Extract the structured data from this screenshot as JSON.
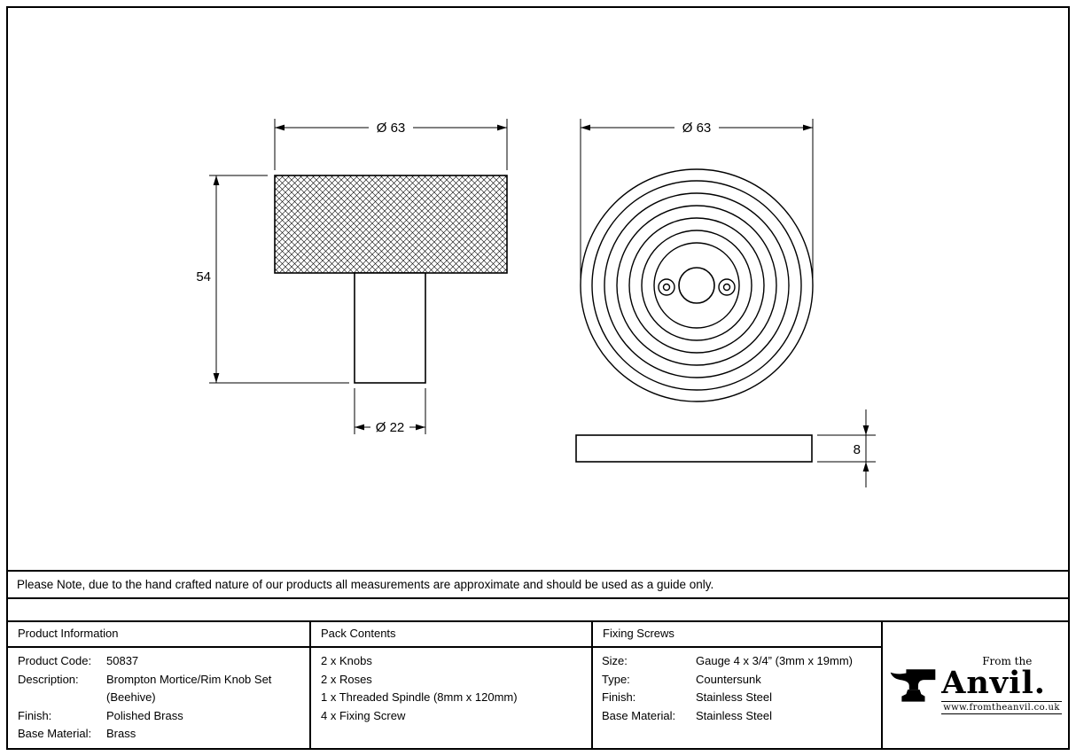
{
  "drawing": {
    "knob_view": {
      "width_dim": "Ø 63",
      "height_dim": "54",
      "stem_dim": "Ø 22"
    },
    "rose_view": {
      "width_dim": "Ø 63",
      "thickness_dim": "8"
    }
  },
  "note": "Please Note, due to the hand crafted nature of our products all measurements are approximate and should be used as a guide only.",
  "product_info": {
    "header": "Product Information",
    "rows": [
      {
        "label": "Product Code:",
        "value": "50837"
      },
      {
        "label": "Description:",
        "value": "Brompton Mortice/Rim Knob Set (Beehive)"
      },
      {
        "label": "Finish:",
        "value": "Polished Brass"
      },
      {
        "label": "Base Material:",
        "value": "Brass"
      }
    ]
  },
  "pack_contents": {
    "header": "Pack Contents",
    "items": [
      "2 x Knobs",
      "2 x Roses",
      "1 x Threaded Spindle (8mm x 120mm)",
      "4 x Fixing Screw"
    ]
  },
  "fixing_screws": {
    "header": "Fixing Screws",
    "rows": [
      {
        "label": "Size:",
        "value": "Gauge 4 x 3/4” (3mm x 19mm)"
      },
      {
        "label": "Type:",
        "value": "Countersunk"
      },
      {
        "label": "Finish:",
        "value": "Stainless Steel"
      },
      {
        "label": "Base Material:",
        "value": "Stainless Steel"
      }
    ]
  },
  "logo": {
    "tagline": "From the",
    "brand": "Anvil.",
    "website": "www.fromtheanvil.co.uk"
  }
}
